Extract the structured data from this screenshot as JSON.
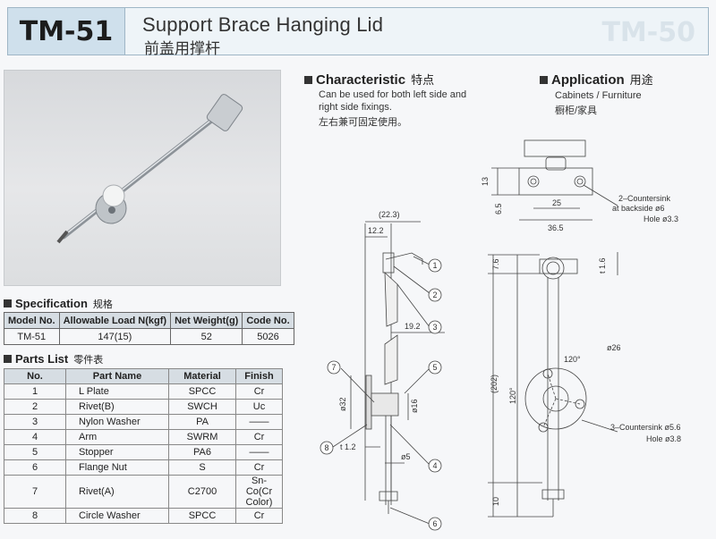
{
  "header": {
    "model": "TM-51",
    "title_en": "Support Brace Hanging Lid",
    "title_zh": "前盖用撑杆",
    "ghost_text": "TM-50"
  },
  "specification": {
    "heading": "Specification",
    "heading_zh": "规格",
    "columns": [
      "Model No.",
      "Allowable Load N(kgf)",
      "Net Weight(g)",
      "Code No."
    ],
    "row": [
      "TM-51",
      "147(15)",
      "52",
      "5026"
    ]
  },
  "parts_list": {
    "heading": "Parts List",
    "heading_zh": "零件表",
    "columns": [
      "No.",
      "Part Name",
      "Material",
      "Finish"
    ],
    "rows": [
      [
        "1",
        "L Plate",
        "SPCC",
        "Cr"
      ],
      [
        "2",
        "Rivet(B)",
        "SWCH",
        "Uc"
      ],
      [
        "3",
        "Nylon Washer",
        "PA",
        "——"
      ],
      [
        "4",
        "Arm",
        "SWRM",
        "Cr"
      ],
      [
        "5",
        "Stopper",
        "PA6",
        "——"
      ],
      [
        "6",
        "Flange Nut",
        "S",
        "Cr"
      ],
      [
        "7",
        "Rivet(A)",
        "C2700",
        "Sn-Co(Cr Color)"
      ],
      [
        "8",
        "Circle Washer",
        "SPCC",
        "Cr"
      ]
    ]
  },
  "characteristic": {
    "heading": "Characteristic",
    "heading_zh": "特点",
    "line1": "Can be used for both left side and",
    "line2": "right side fixings.",
    "line_zh": "左右兼可固定使用。"
  },
  "application": {
    "heading": "Application",
    "heading_zh": "用途",
    "line_en": "Cabinets / Furniture",
    "line_zh": "橱柜/家具"
  },
  "drawing": {
    "d_22_3": "(22.3)",
    "d_12_2": "12.2",
    "d_19_2": "19.2",
    "d_32": "ø32",
    "d_16": "ø16",
    "d_5": "ø5",
    "d_1_2": "t 1.2",
    "d_13": "13",
    "d_6_5": "6.5",
    "d_25": "25",
    "d_36_5": "36.5",
    "countersink1": "2–Countersink",
    "countersink1b": "at backside ø6",
    "hole1": "Hole ø3.3",
    "d_7_6": "7.6",
    "d_t16": "t 1.6",
    "d_26": "ø26",
    "d_120a": "120°",
    "d_120b": "120°",
    "d_202": "(202)",
    "d_10": "10",
    "countersink2": "3–Countersink ø5.6",
    "hole2": "Hole ø3.8",
    "callouts": [
      "1",
      "2",
      "3",
      "4",
      "5",
      "6",
      "7",
      "8"
    ]
  }
}
